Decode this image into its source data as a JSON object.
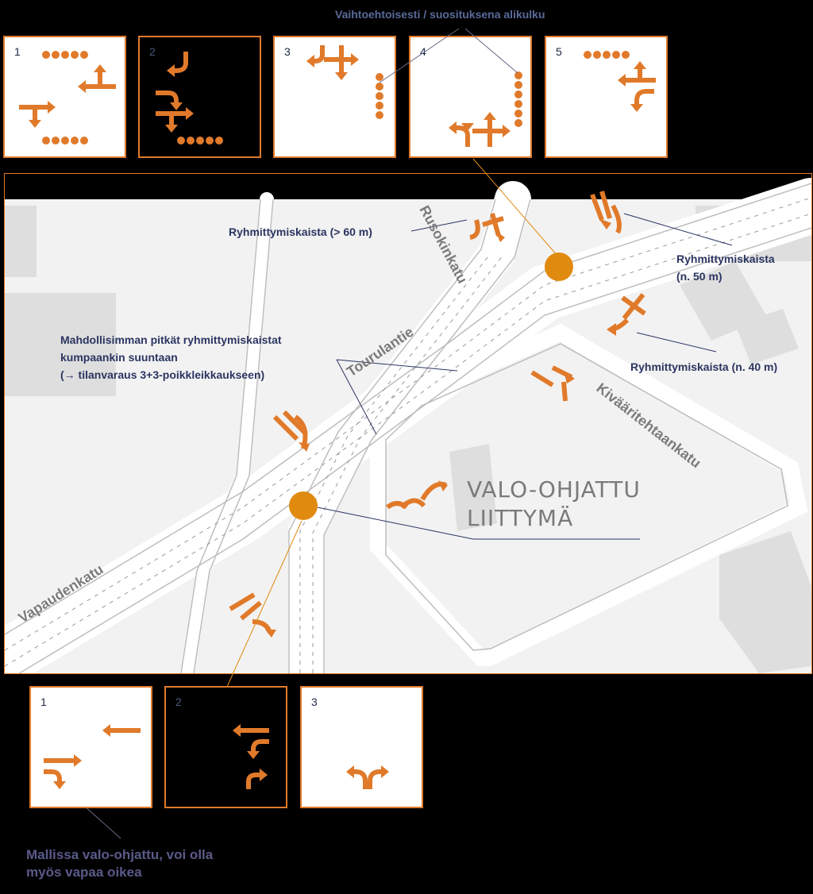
{
  "top_note": "Vaihtoehtoisesti / suosituksena alikulku",
  "top_panels": [
    {
      "num": "1",
      "dark": false
    },
    {
      "num": "2",
      "dark": true
    },
    {
      "num": "3",
      "dark": false
    },
    {
      "num": "4",
      "dark": false
    },
    {
      "num": "5",
      "dark": false
    }
  ],
  "bottom_panels": [
    {
      "num": "1",
      "dark": false
    },
    {
      "num": "2",
      "dark": true
    },
    {
      "num": "3",
      "dark": false
    }
  ],
  "streets": {
    "rusokinkatu": "Rusokinkatu",
    "tourulantie": "Tourulantie",
    "kivaaritehtaankatu": "Kivääritehtaankatu",
    "vapaudenkatu": "Vapaudenkatu"
  },
  "labels": {
    "lane_60": "Ryhmittymiskaista (> 60 m)",
    "lane_50_line1": "Ryhmittymiskaista",
    "lane_50_line2": "(n. 50 m)",
    "lane_40": "Ryhmittymiskaista (n. 40 m)",
    "long_lanes_line1": "Mahdollisimman  pitkät ryhmittymiskaistat",
    "long_lanes_line2": "kumpaankin suuntaan",
    "long_lanes_line3": "(→ tilanvaraus 3+3-poikkleikkaukseen)",
    "signal_line1": "VALO-OHJATTU",
    "signal_line2": "LIITTYMÄ"
  },
  "bottom_note": "Mallissa valo-ohjattu, voi olla myös vapaa oikea",
  "colors": {
    "accent": "#e07a2a",
    "signal_dot": "#e08a10",
    "map_bg": "#f2f2f2",
    "label_text": "#2b3561"
  }
}
